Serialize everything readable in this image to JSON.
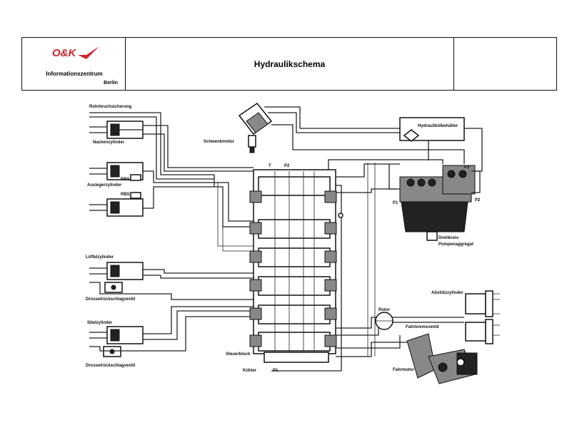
{
  "header": {
    "logo_text": "O&K",
    "org_name": "Informationszentrum",
    "org_city": "Berlin",
    "title": "Hydraulikschema"
  },
  "labels": {
    "rohrbruchsicherung": "Rohrbruchsicherung",
    "nackenzylinder": "Nackenzylinder",
    "auslegerzylinder": "Auslegerzylinder",
    "rbs1": "RBS",
    "rbs2": "RBS",
    "loeffelzylinder": "Löffelzylinder",
    "drosselrueckschlagventil1": "Drosselrückschlagventil",
    "stielzylinder": "Stielzylinder",
    "drosselrueckschlagventil2": "Drosselrückschlagventil",
    "schwenkmotor": "Schwenkmotor",
    "t": "T",
    "p2_top": "P2",
    "hydraulikoelbehaelter": "Hydraulikölbehälter",
    "p3_top": "P3",
    "p1_pump": "P1",
    "p2_pump": "P2",
    "drehkreis": "Drehkreis-",
    "pumpenaggregat": "Pumpenaggregat",
    "abstuetzzylinder": "Abstützzylinder",
    "rotor": "Rotor",
    "fahrbremsventil": "Fahrbremsventil",
    "steuerblock": "Steuerblock",
    "kuehler": "Kühler",
    "p1_bottom": "P1",
    "fahrmotor": "Fahrmotor"
  },
  "colors": {
    "logo_red": "#d2232a",
    "line": "#222222",
    "background": "#ffffff"
  }
}
